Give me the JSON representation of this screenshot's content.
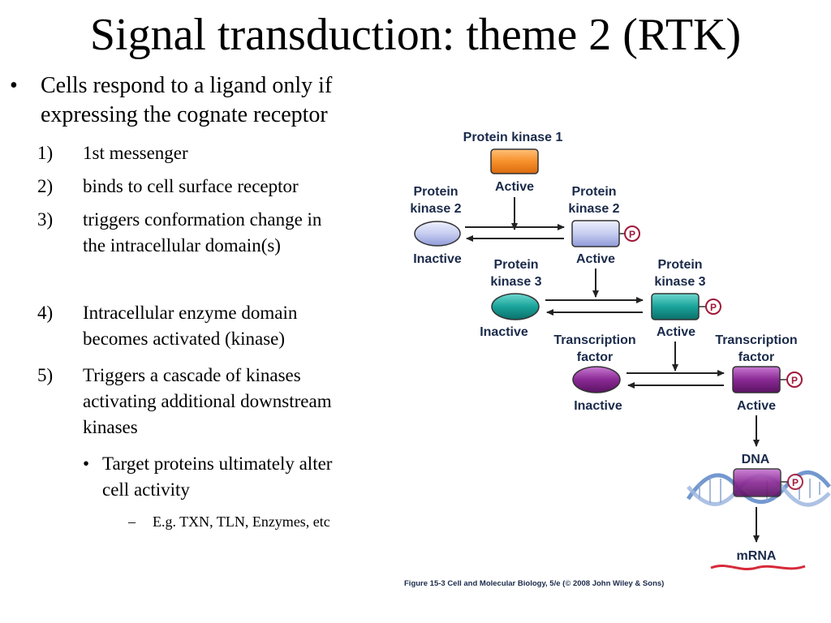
{
  "slide": {
    "title": "Signal transduction: theme 2 (RTK)",
    "bullet_main": "Cells respond to a ligand only if expressing the cognate receptor",
    "bullet_main_line1": "Cells respond to a ligand only if",
    "bullet_main_line2": "expressing the cognate receptor",
    "steps": [
      {
        "num": "1)",
        "lines": [
          "1st messenger"
        ]
      },
      {
        "num": "2)",
        "lines": [
          "binds to cell surface receptor"
        ]
      },
      {
        "num": "3)",
        "lines": [
          "triggers conformation change in",
          "the intracellular domain(s)"
        ]
      },
      {
        "num": "4)",
        "lines": [
          "Intracellular enzyme domain",
          "becomes activated (kinase)"
        ]
      },
      {
        "num": "5)",
        "lines": [
          "Triggers a cascade of kinases",
          "activating additional downstream",
          "kinases"
        ]
      }
    ],
    "sub_bullet_lines": [
      "Target proteins ultimately alter",
      "cell activity"
    ],
    "sub_sub_bullet": "E.g. TXN, TLN, Enzymes, etc"
  },
  "diagram": {
    "pk1_label": "Protein kinase 1",
    "pk1_state": "Active",
    "pk2_label_l1": "Protein",
    "pk2_label_l2": "kinase 2",
    "pk3_label_l1": "Protein",
    "pk3_label_l2": "kinase 3",
    "tf_label_l1": "Transcription",
    "tf_label_l2": "factor",
    "inactive": "Inactive",
    "active": "Active",
    "phospho": "P",
    "dna": "DNA",
    "mrna": "mRNA",
    "caption": "Figure 15-3  Cell and Molecular Biology, 5/e (© 2008 John Wiley & Sons)",
    "colors": {
      "pk1": "#f7902a",
      "pk2": "#c6cdf0",
      "pk3": "#19a39a",
      "tf": "#8a2a95",
      "phospho_ring": "#a0183a",
      "mrna": "#d62a3a",
      "dna_strand": "#5a86c7"
    }
  }
}
